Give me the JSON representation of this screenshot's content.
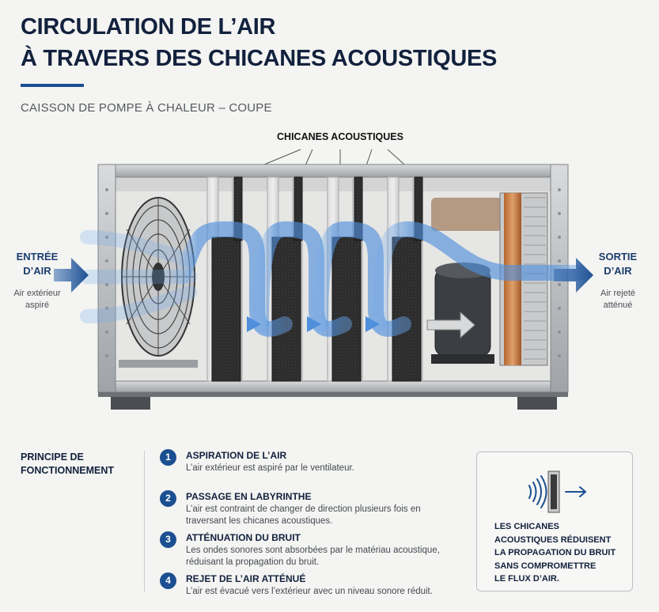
{
  "header": {
    "title_line1": "CIRCULATION DE L’AIR",
    "title_line2": "À TRAVERS DES CHICANES ACOUSTIQUES",
    "subtitle": "CAISSON DE POMPE À CHALEUR – COUPE"
  },
  "diagram": {
    "chicanes_label": "CHICANES ACOUSTIQUES",
    "inlet": {
      "title_line1": "ENTRÉE",
      "title_line2": "D’AIR",
      "desc_line1": "Air extérieur",
      "desc_line2": "aspiré"
    },
    "outlet": {
      "title_line1": "SORTIE",
      "title_line2": "D’AIR",
      "desc_line1": "Air rejeté",
      "desc_line2": "atténué"
    }
  },
  "principle": {
    "heading_line1": "PRINCIPE DE",
    "heading_line2": "FONCTIONNEMENT",
    "steps": [
      {
        "num": "1",
        "title": "ASPIRATION DE L’AIR",
        "desc": "L’air extérieur est aspiré par le ventilateur."
      },
      {
        "num": "2",
        "title": "PASSAGE EN LABYRINTHE",
        "desc": "L’air est contraint de changer de direction plusieurs fois en traversant les chicanes acoustiques."
      },
      {
        "num": "3",
        "title": "ATTÉNUATION DU BRUIT",
        "desc": "Les ondes sonores sont absorbées par le matériau acoustique, réduisant la propagation du bruit."
      },
      {
        "num": "4",
        "title": "REJET DE L’AIR ATTÉNUÉ",
        "desc": "L’air est évacué vers l’extérieur avec un niveau sonore réduit."
      }
    ]
  },
  "info_box": {
    "line1": "LES CHICANES",
    "line2": "ACOUSTIQUES RÉDUISENT",
    "line3": "LA PROPAGATION DU BRUIT",
    "line4": "SANS COMPROMETTRE",
    "line5": "LE FLUX D’AIR."
  },
  "colors": {
    "accent": "#1b4f91",
    "airflow": "#4f8fdc",
    "text_dark": "#12213d"
  },
  "icons": [
    "sound-wave-icon",
    "acoustic-panel-icon",
    "arrow-right-icon",
    "fan-icon",
    "compressor-icon",
    "heat-exchanger-icon"
  ]
}
